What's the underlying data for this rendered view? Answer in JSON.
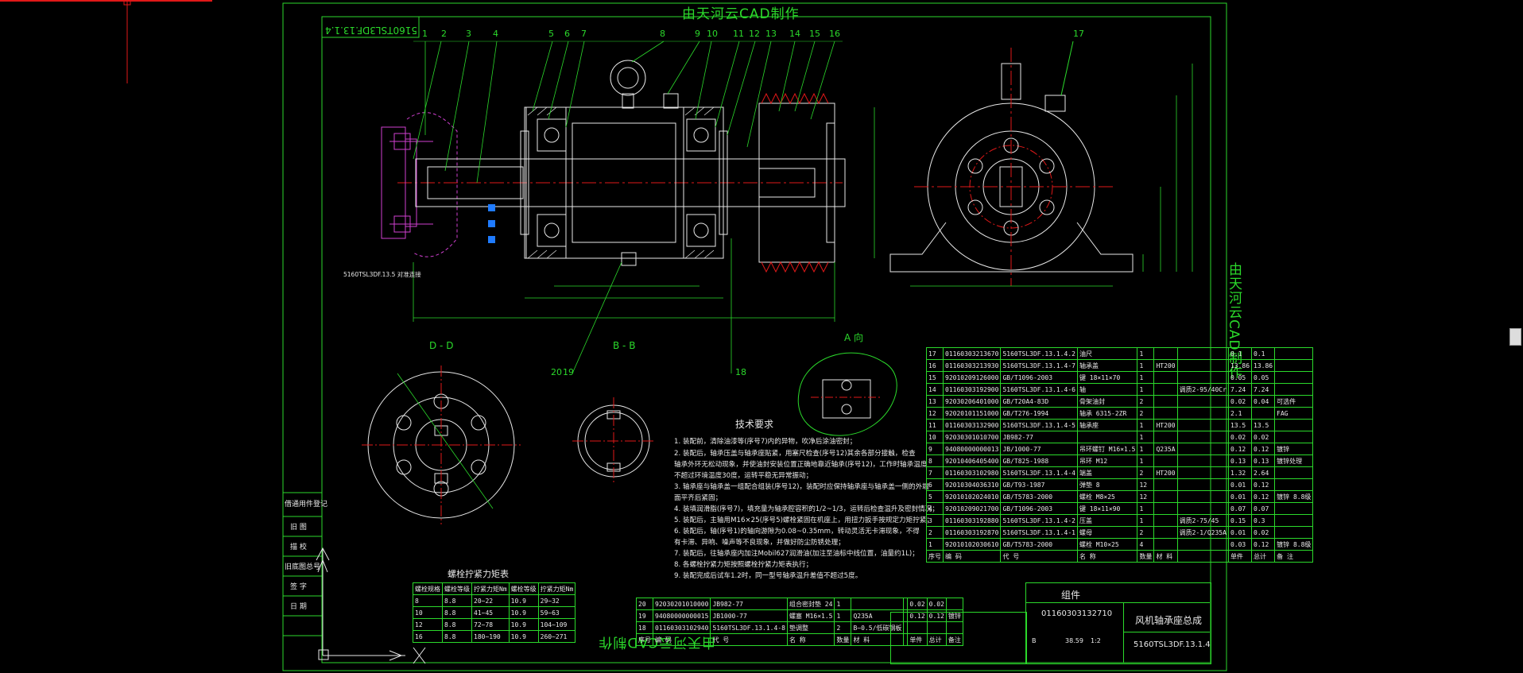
{
  "sheet": {
    "banner_top": "由天河云CAD制作",
    "banner_bottom": "由天河云CAD制作",
    "banner_right": "由天河云CAD制作",
    "drawing_code_tag": "5160TSL3DF.13.1.4"
  },
  "balloons": [
    "1",
    "2",
    "3",
    "4",
    "5",
    "6",
    "7",
    "8",
    "9",
    "10",
    "11",
    "12",
    "13",
    "14",
    "15",
    "16",
    "17",
    "18",
    "19",
    "20"
  ],
  "section_labels": {
    "dd": "D - D",
    "bb": "B - B",
    "a": "A 向",
    "ref_note": "5160TSL3DF.13.5 对准连接"
  },
  "tech": {
    "title": "技术要求",
    "lines": [
      "1. 装配前，清除油漆等(序号7)内的异物，吹净后涂油密封；",
      "2. 装配后，轴承压盖与轴承座贴紧，用塞尺检查(序号12)其余各部分接触，检查",
      "   轴承外环无松动现象，并使油封安装位置正确地靠近轴承(序号12)，工作时轴承温度",
      "   不超过环境温度30度，运转平稳无异常振动；",
      "3. 轴承座与轴承盖一组配合组装(序号12)，装配时应保持轴承座与轴承盖一侧的外端",
      "   面平齐后紧固；",
      "4. 装填润滑脂(序号7)，填充量为轴承腔容积的1/2~1/3，运转后检查温升及密封情况；",
      "5. 装配后，主轴用M16×25(序号5)螺栓紧固在机座上，用扭力扳手按规定力矩拧紧；",
      "6. 装配后，轴(序号1)的轴向游隙为0.08~0.35mm，转动灵活无卡滞现象，不得",
      "   有卡滞、异响、噪声等不良现象，并做好防尘防锈处理；",
      "7. 装配后，往轴承座内加注Mobil627润滑油(加注至油标中线位置，油量约1L)；",
      "8. 各螺栓拧紧力矩按照螺栓拧紧力矩表执行；",
      "9. 装配完成后试车1.2时，同一型号轴承温升差值不超过5度。"
    ]
  },
  "torque": {
    "title": "螺栓拧紧力矩表",
    "headers": [
      "螺栓规格",
      "螺栓等级",
      "拧紧力矩Nm",
      "螺栓等级",
      "拧紧力矩Nm"
    ],
    "rows": [
      [
        "8",
        "8.8",
        "20~22",
        "10.9",
        "29~32"
      ],
      [
        "10",
        "8.8",
        "41~45",
        "10.9",
        "59~63"
      ],
      [
        "12",
        "8.8",
        "72~78",
        "10.9",
        "104~109"
      ],
      [
        "16",
        "8.8",
        "180~190",
        "10.9",
        "260~271"
      ]
    ]
  },
  "bom_upper": [
    [
      "17",
      "01160303213670",
      "5160TSL3DF.13.1.4.2",
      "油尺",
      "1",
      "",
      "",
      "0.1",
      "0.1",
      ""
    ],
    [
      "16",
      "01160303213930",
      "5160TSL3DF.13.1.4-7",
      "轴承盖",
      "1",
      "HT200",
      "",
      "13.86",
      "13.86",
      ""
    ],
    [
      "15",
      "92010209126000",
      "GB/T1096-2003",
      "键 18×11×70",
      "1",
      "",
      "",
      "0.05",
      "0.05",
      ""
    ],
    [
      "14",
      "01160303192900",
      "5160TSL3DF.13.1.4-6",
      "轴",
      "1",
      "",
      "调质2-95/40Cr",
      "7.24",
      "7.24",
      ""
    ],
    [
      "13",
      "92030206401000",
      "GB/T20A4-83D",
      "骨架油封",
      "2",
      "",
      "",
      "0.02",
      "0.04",
      "可选件"
    ],
    [
      "12",
      "92020101151000",
      "GB/T276-1994",
      "轴承 6315-2ZR",
      "2",
      "",
      "",
      "2.1",
      "",
      "FAG"
    ],
    [
      "11",
      "01160303132900",
      "5160TSL3DF.13.1.4-5",
      "轴承座",
      "1",
      "HT200",
      "",
      "13.5",
      "13.5",
      ""
    ],
    [
      "10",
      "92030301010700",
      "JB982-77",
      "",
      "1",
      "",
      "",
      "0.02",
      "0.02",
      ""
    ],
    [
      "9",
      "94080000000013",
      "JB/1000-77",
      "吊环螺钉 M16×1.5",
      "1",
      "Q235A",
      "",
      "0.12",
      "0.12",
      "镀锌"
    ],
    [
      "8",
      "92010406405400",
      "GB/T825-1988",
      "吊环 M12",
      "1",
      "",
      "",
      "0.13",
      "0.13",
      "镀锌处理"
    ],
    [
      "7",
      "01160303102980",
      "5160TSL3DF.13.1.4-4",
      "端盖",
      "2",
      "HT200",
      "",
      "1.32",
      "2.64",
      ""
    ],
    [
      "6",
      "92010304036310",
      "GB/T93-1987",
      "弹垫 8",
      "12",
      "",
      "",
      "0.01",
      "0.12",
      ""
    ],
    [
      "5",
      "92010102024010",
      "GB/T5783-2000",
      "螺栓 M8×25",
      "12",
      "",
      "",
      "0.01",
      "0.12",
      "镀锌 8.8级"
    ],
    [
      "4",
      "92010209021700",
      "GB/T1096-2003",
      "键 18×11×90",
      "1",
      "",
      "",
      "0.07",
      "0.07",
      ""
    ],
    [
      "3",
      "01160303192880",
      "5160TSL3DF.13.1.4-2",
      "压盖",
      "1",
      "",
      "调质2-75/45",
      "0.15",
      "0.3",
      ""
    ],
    [
      "2",
      "01160303192870",
      "5160TSL3DF.13.1.4-1",
      "螺母",
      "2",
      "",
      "调质2-1/Q235A",
      "0.01",
      "0.02",
      ""
    ],
    [
      "1",
      "92010102030610",
      "GB/T5783-2000",
      "螺栓 M10×25",
      "4",
      "",
      "",
      "0.03",
      "0.12",
      "镀锌 8.8级"
    ]
  ],
  "bom_upper_header": [
    "序号",
    "编  码",
    "代  号",
    "名  称",
    "数量",
    "材  料",
    "",
    "单件",
    "总计",
    "备  注"
  ],
  "bom_lower": [
    [
      "20",
      "92030201010000",
      "JB982-77",
      "组合密封垫 24",
      "1",
      "",
      "",
      "0.02",
      "0.02",
      ""
    ],
    [
      "19",
      "94080000000015",
      "JB1000-77",
      "螺塞 M16×1.5",
      "1",
      "Q235A",
      "",
      "0.12",
      "0.12",
      "镀锌"
    ],
    [
      "18",
      "01160303102940",
      "5160TSL3DF.13.1.4-8",
      "垫调整",
      "2",
      "B~0.5/低碳钢板",
      "",
      "",
      "",
      ""
    ]
  ],
  "bom_lower_header": [
    "序号",
    "编  码",
    "代  号",
    "名  称",
    "数量",
    "材  料",
    "",
    "单件",
    "总计",
    "备注"
  ],
  "title_block": {
    "group": "组件",
    "code": "01160303132710",
    "part_name": "风机轴承座总成",
    "drawing_no": "5160TSL3DF.13.1.4",
    "scale": "1:2",
    "weight": "38.59",
    "sheet_qty": "B"
  },
  "side_labels": [
    "借通用件登记",
    "旧  图",
    "描  校",
    "旧底图总号",
    "签  字",
    "日  期"
  ]
}
